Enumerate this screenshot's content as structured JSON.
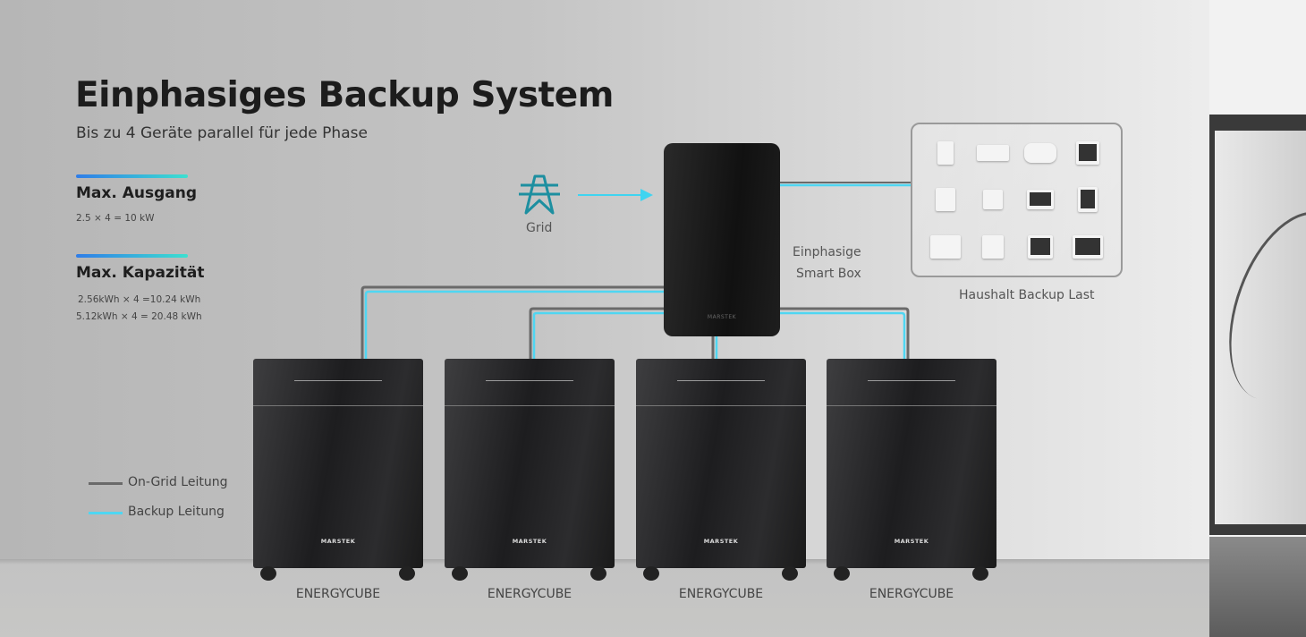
{
  "title": "Einphasiges Backup System",
  "subtitle": "Bis zu 4 Geräte parallel für jede Phase",
  "specs": [
    {
      "heading": "Max. Ausgang",
      "lines": [
        "2.5 × 4 = 10 kW"
      ]
    },
    {
      "heading": "Max. Kapazität",
      "lines": [
        "2.56kWh × 4 =10.24 kWh",
        "5.12kWh × 4 = 20.48 kWh"
      ]
    }
  ],
  "legend": [
    {
      "label": "On-Grid Leitung",
      "color": "#6a6a6a"
    },
    {
      "label": "Backup Leitung",
      "color": "#4fd6f2"
    }
  ],
  "grid": {
    "label": "Grid",
    "icon": "power-tower-icon",
    "color": "#1d8fa0"
  },
  "smart_box": {
    "label_line1": "Einphasige",
    "label_line2": "Smart Box",
    "brand": "MARSTEK"
  },
  "loads": {
    "label": "Haushalt Backup Last",
    "icons": [
      "fridge-icon",
      "air-conditioner-icon",
      "water-heater-icon",
      "oven-icon",
      "washing-machine-icon",
      "router-icon",
      "tv-icon",
      "tablet-icon",
      "printer-icon",
      "rice-cooker-icon",
      "microwave-icon",
      "coffee-machine-icon"
    ]
  },
  "cubes": [
    {
      "label": "ENERGYCUBE",
      "brand": "MARSTEK"
    },
    {
      "label": "ENERGYCUBE",
      "brand": "MARSTEK"
    },
    {
      "label": "ENERGYCUBE",
      "brand": "MARSTEK"
    },
    {
      "label": "ENERGYCUBE",
      "brand": "MARSTEK"
    }
  ]
}
